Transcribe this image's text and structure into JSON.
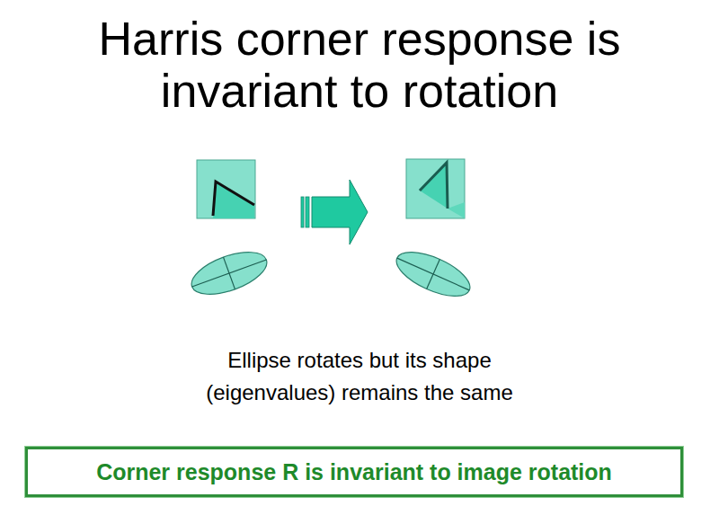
{
  "diagram": {
    "title": "Harris corner response is invariant to rotation",
    "nodes": [
      {
        "text": [
          "Corner response R is invariant to image rotation"
        ]
      }
    ],
    "labels": [
      "Ellipse rotates but its shape (eigenvalues) remains the same"
    ]
  }
}
